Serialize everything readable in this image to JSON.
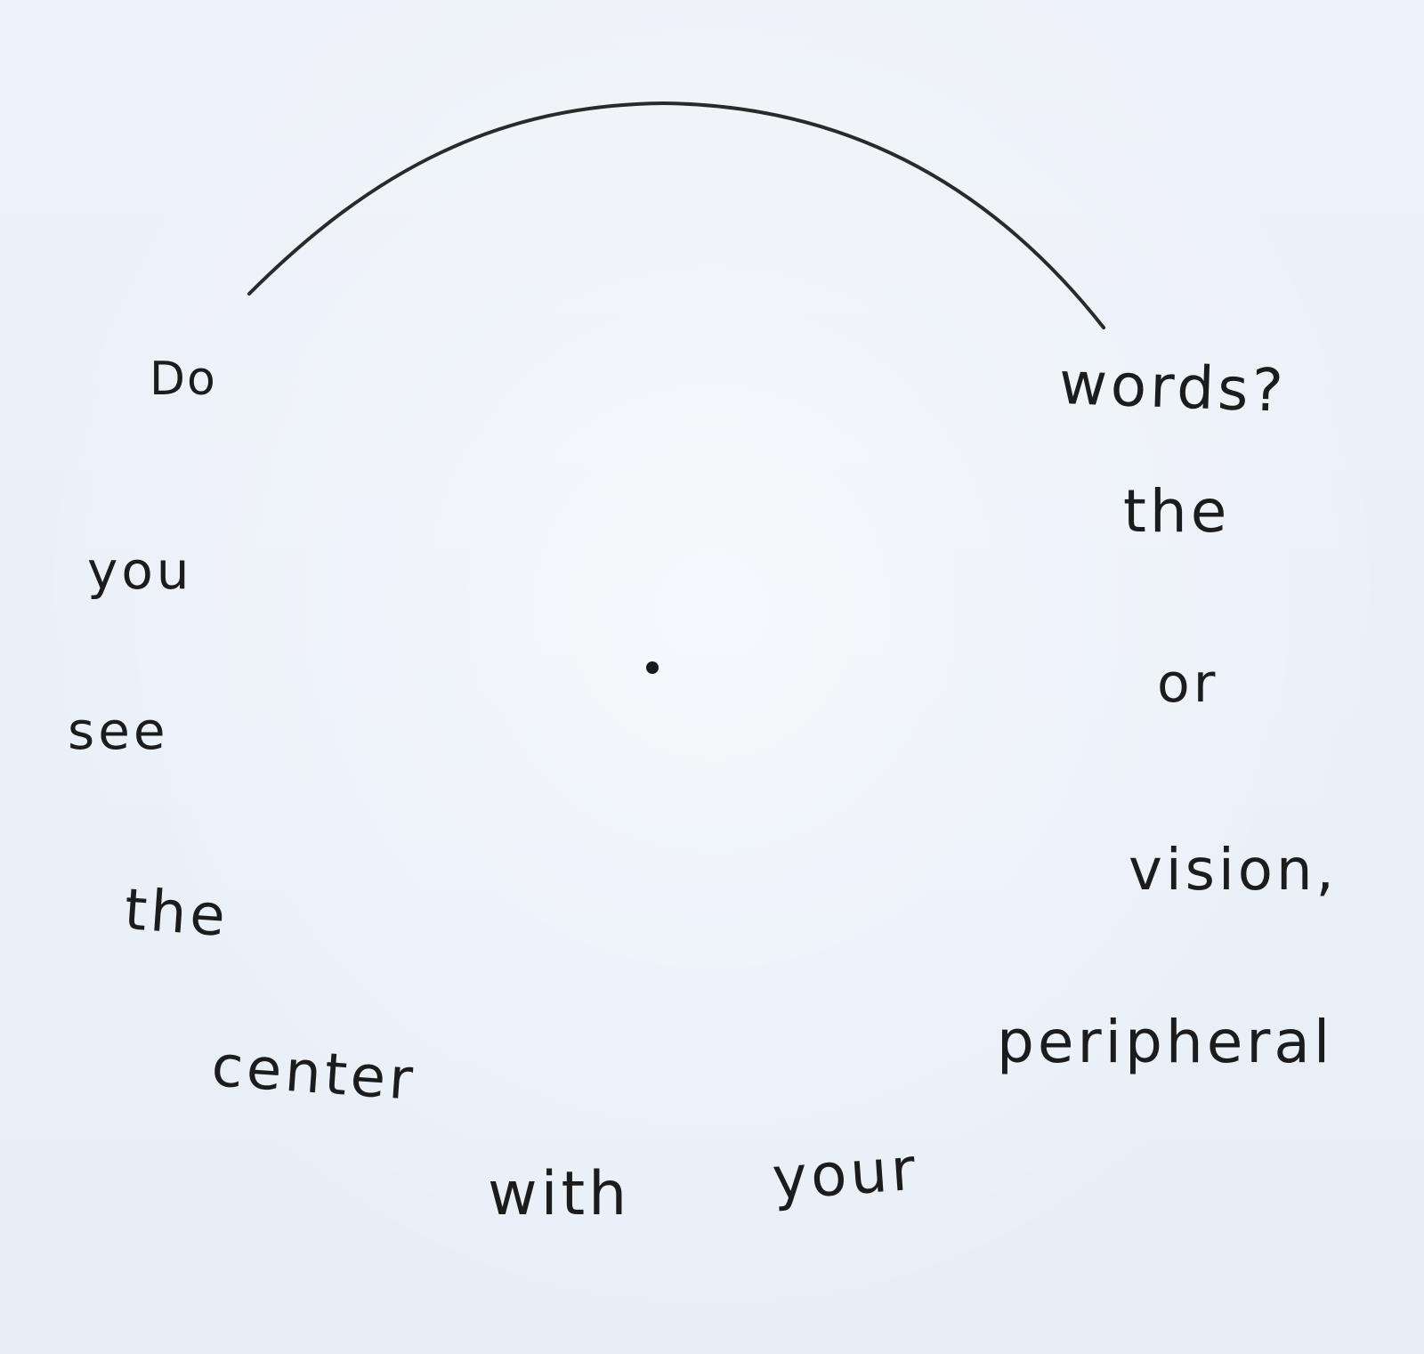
{
  "handwritten_words": {
    "do": "Do",
    "you": "you",
    "see": "see",
    "the_left": "the",
    "center": "center",
    "with": "with",
    "your": "your",
    "peripheral": "peripheral",
    "vision": "vision,",
    "or": "or",
    "the_right": "the",
    "words": "words?"
  },
  "colors": {
    "paper": "#eaf1f8",
    "ink": "#1c1c1c"
  }
}
